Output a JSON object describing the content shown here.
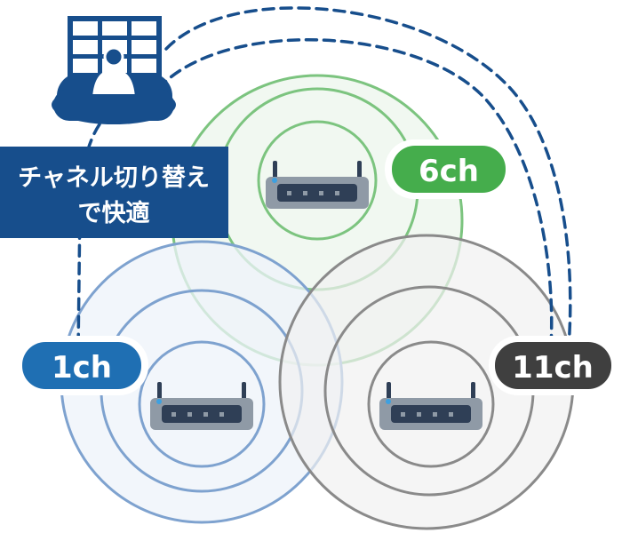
{
  "diagram": {
    "caption_line1": "チャネル切り替え",
    "caption_line2": "で快適",
    "channels": [
      {
        "label": "6ch",
        "color": "#45ad4c",
        "ring_color": "#7cc47f",
        "fill": "#eef7ee"
      },
      {
        "label": "1ch",
        "color": "#1f6fb3",
        "ring_color": "#7ea2cf",
        "fill": "#eef3fa"
      },
      {
        "label": "11ch",
        "color": "#3f3f3f",
        "ring_color": "#8a8a8a",
        "fill": "#f1f1f1"
      }
    ],
    "colors": {
      "navy": "#174e8c",
      "dashed_path": "#174e8c",
      "router_body": "#8f9aa6",
      "router_panel": "#2f3f56",
      "router_led": "#3da0e0"
    },
    "icons": {
      "operator": "operator-at-monitor-wall-icon",
      "router": "wifi-router-icon"
    }
  }
}
